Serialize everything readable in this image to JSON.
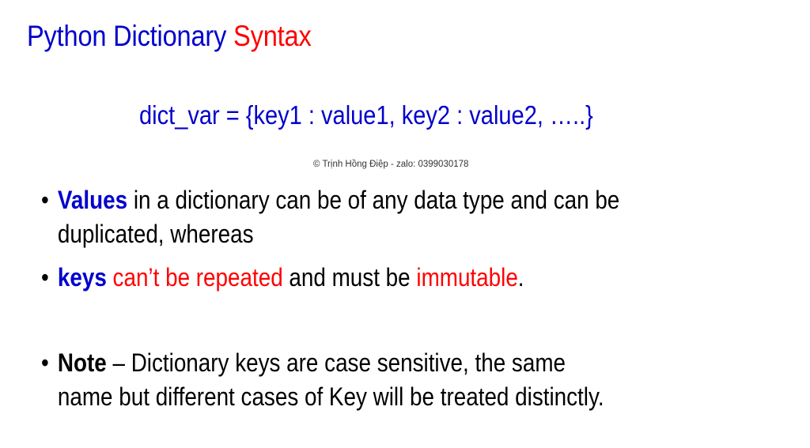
{
  "slide": {
    "title": {
      "part1": "Python Dictionary ",
      "part2": "Syntax"
    },
    "syntax_line": "dict_var = {key1 : value1, key2 : value2, …..}",
    "copyright": "© Trịnh Hồng Điệp - zalo: 0399030178",
    "bullets": [
      {
        "bullet_glyph": "•",
        "lead": "Values",
        "text_line1": " in a dictionary can be of any data type and can be",
        "text_line2": "duplicated, whereas"
      },
      {
        "bullet_glyph": "•",
        "lead": "keys",
        "red1": " can’t be repeated",
        "mid": " and must be ",
        "red2": "immutable",
        "end": "."
      },
      {
        "bullet_glyph": "•",
        "lead": "Note",
        "text_line1": " – Dictionary keys are case sensitive, the same",
        "text_line2": "name but different cases of Key will be treated distinctly."
      }
    ]
  },
  "colors": {
    "blue": "#0000cc",
    "red": "#ff0000",
    "text": "#000000",
    "background": "#ffffff"
  }
}
